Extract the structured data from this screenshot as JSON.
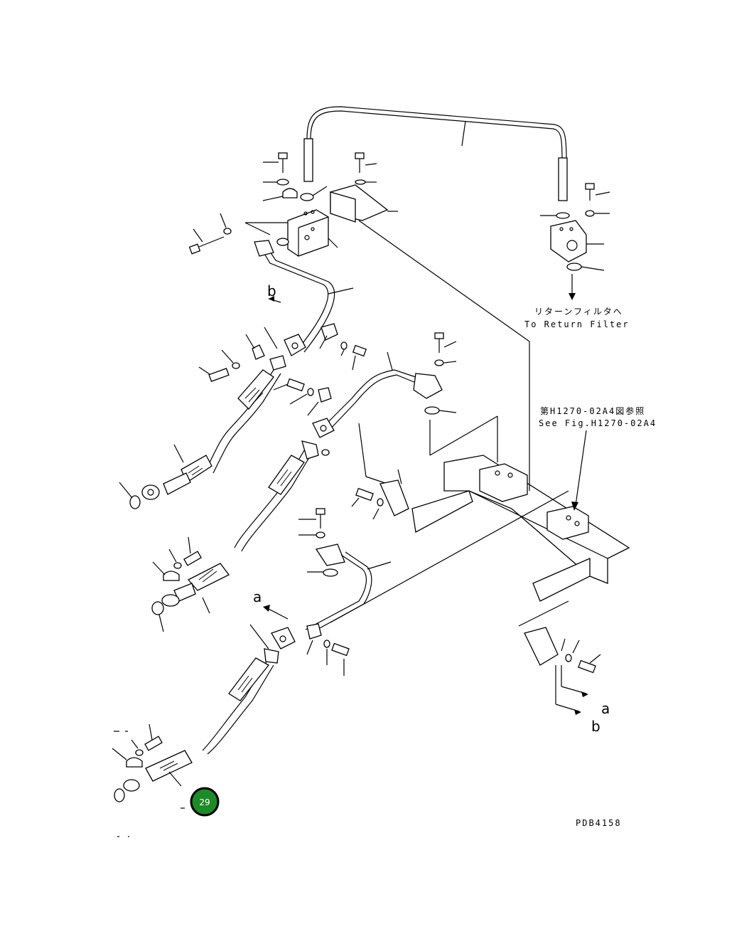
{
  "labels": {
    "return_jp": "リターンフィルタへ",
    "return_en": "To Return Filter",
    "see_fig_jp": "第H1270-02A4図参照",
    "see_fig_en": "See Fig.H1270-02A4",
    "drawing_code": "PDB4158"
  },
  "callouts": {
    "a_top": "a",
    "b_top": "b",
    "a_bottom": "a",
    "b_bottom": "b"
  },
  "badge": {
    "number": "29",
    "color": "#1e8a2a"
  }
}
